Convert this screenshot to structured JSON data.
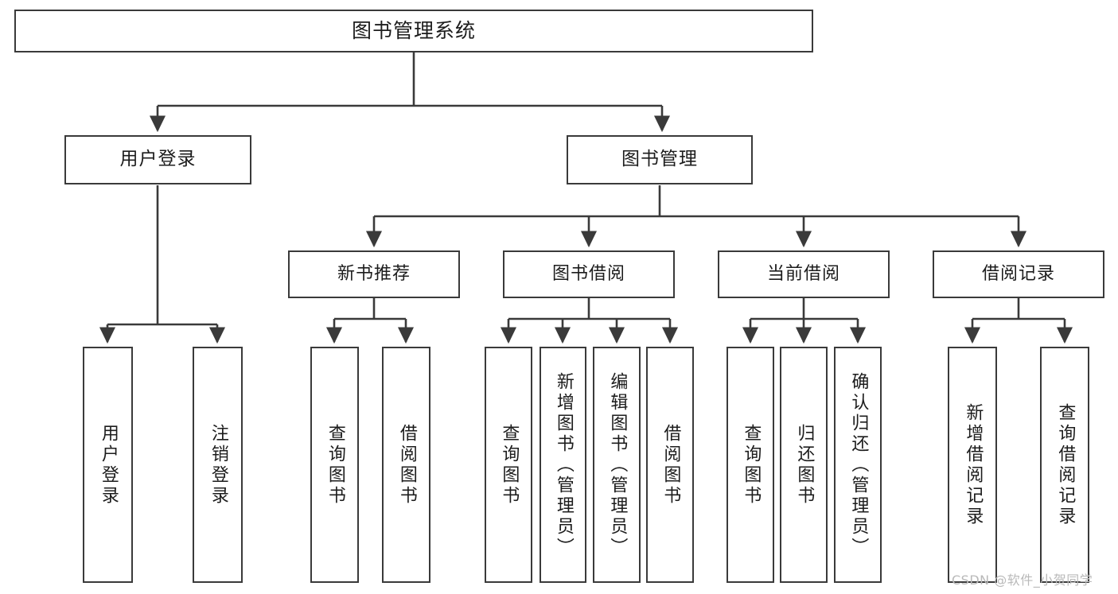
{
  "diagram": {
    "title": "图书管理系统",
    "type": "functional-structure-tree",
    "root": {
      "label": "图书管理系统",
      "children": [
        {
          "label": "用户登录",
          "children": [
            {
              "label": "用户登录"
            },
            {
              "label": "注销登录"
            }
          ]
        },
        {
          "label": "图书管理",
          "children": [
            {
              "label": "新书推荐",
              "children": [
                {
                  "label": "查询图书"
                },
                {
                  "label": "借阅图书"
                }
              ]
            },
            {
              "label": "图书借阅",
              "children": [
                {
                  "label": "查询图书"
                },
                {
                  "label": "新增图书（管理员）"
                },
                {
                  "label": "编辑图书（管理员）"
                },
                {
                  "label": "借阅图书"
                }
              ]
            },
            {
              "label": "当前借阅",
              "children": [
                {
                  "label": "查询图书"
                },
                {
                  "label": "归还图书"
                },
                {
                  "label": "确认归还（管理员）"
                }
              ]
            },
            {
              "label": "借阅记录",
              "children": [
                {
                  "label": "新增借阅记录"
                },
                {
                  "label": "查询借阅记录"
                }
              ]
            }
          ]
        }
      ]
    },
    "nodes": {
      "root": "图书管理系统",
      "user_login": "用户登录",
      "book_manage": "图书管理",
      "new_book_rec": "新书推荐",
      "book_borrow": "图书借阅",
      "current_borrow": "当前借阅",
      "borrow_record": "借阅记录",
      "leaf_user_login": "用户登录",
      "leaf_logout": "注销登录",
      "leaf_rec_query": "查询图书",
      "leaf_rec_borrow": "借阅图书",
      "leaf_bb_query": "查询图书",
      "leaf_bb_add": "新增图书（管理员）",
      "leaf_bb_edit": "编辑图书（管理员）",
      "leaf_bb_borrow": "借阅图书",
      "leaf_cb_query": "查询图书",
      "leaf_cb_return": "归还图书",
      "leaf_cb_confirm": "确认归还（管理员）",
      "leaf_br_add": "新增借阅记录",
      "leaf_br_query": "查询借阅记录"
    },
    "colors": {
      "stroke": "#3a3a3a",
      "fill": "#ffffff",
      "text": "#1c1c1c",
      "watermark": "#b9b9b9"
    }
  },
  "watermark": {
    "text": "CSDN @软件_小贺同学"
  }
}
